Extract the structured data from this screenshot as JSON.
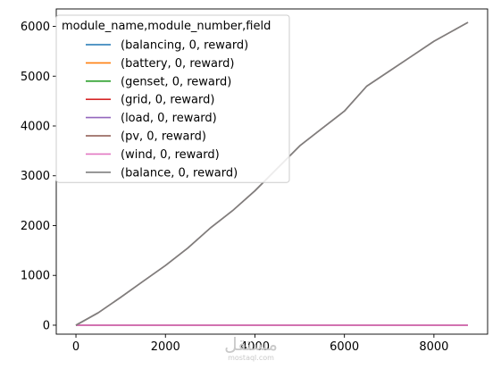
{
  "chart_data": {
    "type": "line",
    "title": "",
    "xlabel": "",
    "ylabel": "",
    "xlim": [
      -440,
      9200
    ],
    "ylim": [
      -180,
      6350
    ],
    "grid": false,
    "xticks": [
      0,
      2000,
      4000,
      6000,
      8000
    ],
    "yticks": [
      0,
      1000,
      2000,
      3000,
      4000,
      5000,
      6000
    ],
    "legend": {
      "title": "module_name,module_number,field",
      "placement": "top-left"
    },
    "series": [
      {
        "name": "(balancing, 0, reward)",
        "color": "#1f77b4",
        "x": [
          0,
          8760
        ],
        "y": [
          0,
          0
        ]
      },
      {
        "name": "(battery, 0, reward)",
        "color": "#ff7f0e",
        "x": [
          0,
          8760
        ],
        "y": [
          0,
          0
        ]
      },
      {
        "name": "(genset, 0, reward)",
        "color": "#2ca02c",
        "x": [
          0,
          8760
        ],
        "y": [
          0,
          0
        ]
      },
      {
        "name": "(grid, 0, reward)",
        "color": "#d62728",
        "x": [
          0,
          8760
        ],
        "y": [
          0,
          0
        ]
      },
      {
        "name": "(load, 0, reward)",
        "color": "#9467bd",
        "x": [
          0,
          8760
        ],
        "y": [
          0,
          0
        ]
      },
      {
        "name": "(pv, 0, reward)",
        "color": "#8c564b",
        "x": [
          0,
          500,
          1000,
          1500,
          2000,
          2500,
          3000,
          3500,
          4000,
          4500,
          5000,
          5500,
          6000,
          6500,
          7000,
          7500,
          8000,
          8500,
          8760
        ],
        "y": [
          0,
          250,
          560,
          880,
          1200,
          1550,
          1950,
          2300,
          2700,
          3150,
          3600,
          3950,
          4300,
          4800,
          5100,
          5400,
          5700,
          5950,
          6080
        ]
      },
      {
        "name": "(wind, 0, reward)",
        "color": "#e377c2",
        "x": [
          0,
          8760
        ],
        "y": [
          0,
          0
        ]
      },
      {
        "name": "(balance, 0, reward)",
        "color": "#7f7f7f",
        "x": [
          0,
          500,
          1000,
          1500,
          2000,
          2500,
          3000,
          3500,
          4000,
          4500,
          5000,
          5500,
          6000,
          6500,
          7000,
          7500,
          8000,
          8500,
          8760
        ],
        "y": [
          0,
          250,
          560,
          880,
          1200,
          1550,
          1950,
          2300,
          2700,
          3150,
          3600,
          3950,
          4300,
          4800,
          5100,
          5400,
          5700,
          5950,
          6080
        ]
      }
    ]
  },
  "watermark": {
    "main": "مستقل",
    "sub": "mostaql.com"
  }
}
